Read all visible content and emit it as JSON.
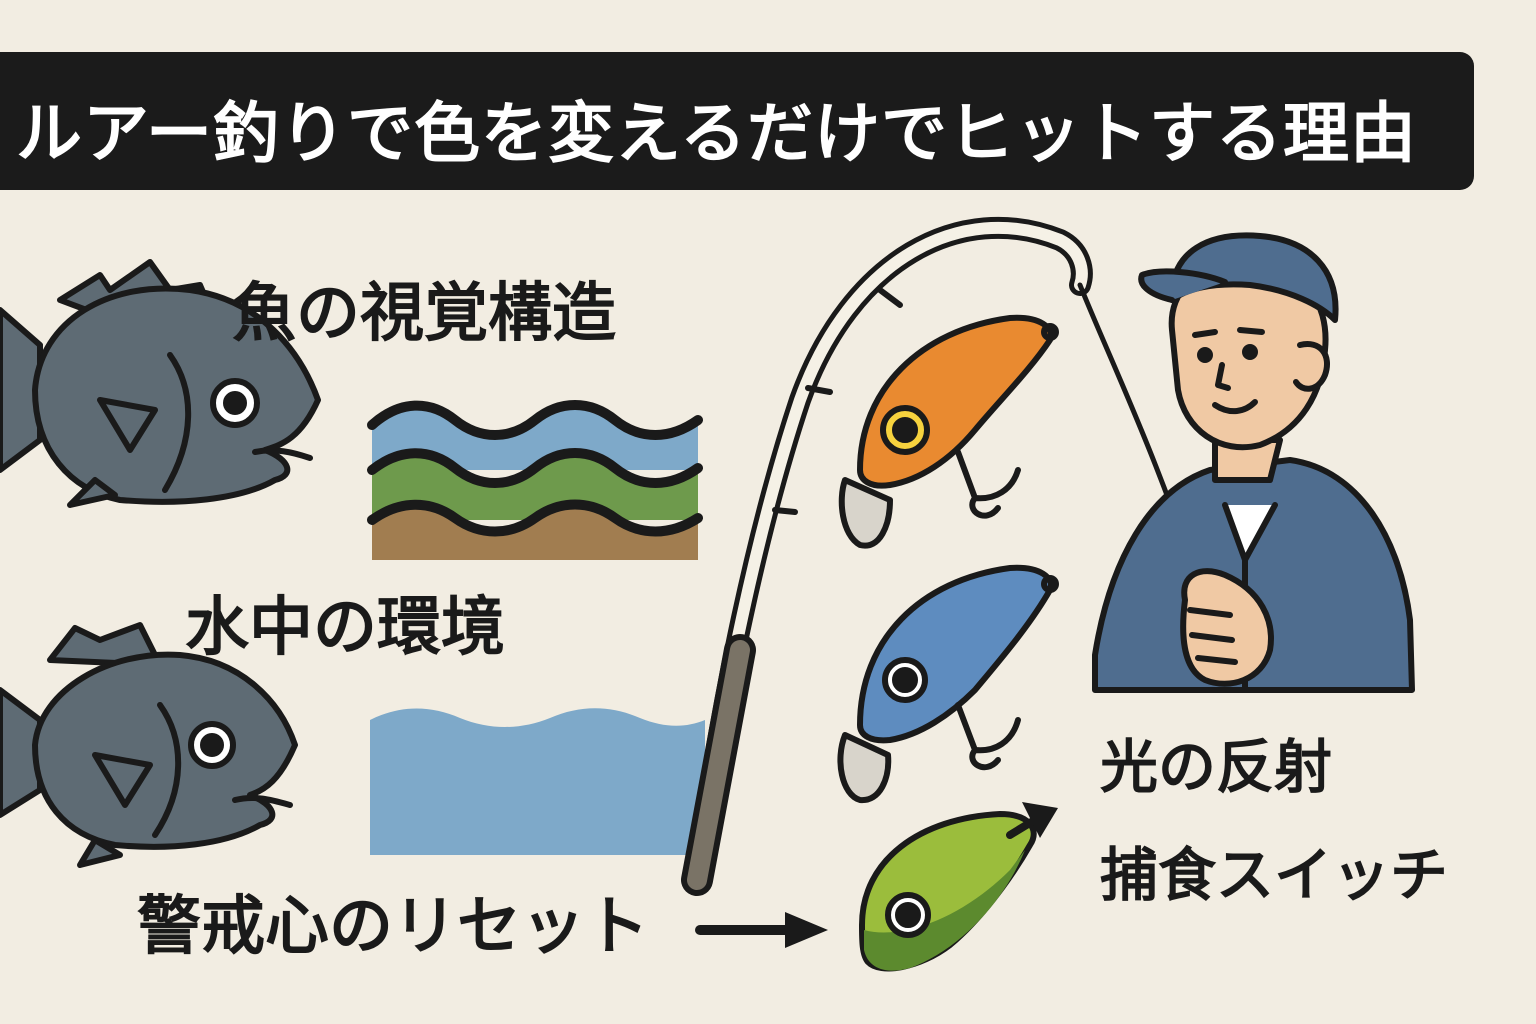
{
  "title": "ルアー釣りで色を変えるだけでヒットする理由",
  "labels": {
    "fish_vision": "魚の視覚構造",
    "underwater_environment": "水中の環境",
    "caution_reset": "警戒心のリセット",
    "light_reflection": "光の反射",
    "predation_switch": "捕食スイッチ"
  },
  "colors": {
    "background": "#f2ede2",
    "title_bar": "#1b1b1b",
    "fish": "#5e6b74",
    "water": "#7ea9c9",
    "weed": "#6e9a4c",
    "mud": "#a17d50",
    "lure_orange": "#e98a30",
    "lure_blue": "#5e8cbf",
    "lure_green": "#9bbd3c",
    "angler_jacket": "#4f6d8f",
    "angler_skin": "#f0c9a4"
  },
  "icons": [
    "fish-icon",
    "water-layers-icon",
    "water-icon",
    "fishing-rod-icon",
    "lure-icon",
    "angler-icon",
    "arrow-right-icon"
  ]
}
